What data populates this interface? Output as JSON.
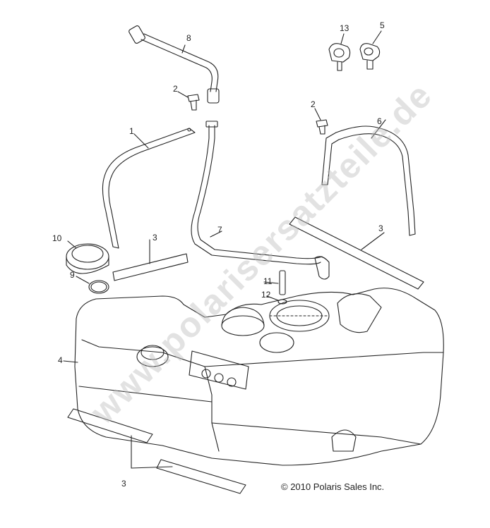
{
  "callouts": [
    {
      "id": "c8",
      "text": "8"
    },
    {
      "id": "c13",
      "text": "13"
    },
    {
      "id": "c5",
      "text": "5"
    },
    {
      "id": "c2a",
      "text": "2"
    },
    {
      "id": "c2b",
      "text": "2"
    },
    {
      "id": "c1",
      "text": "1"
    },
    {
      "id": "c6",
      "text": "6"
    },
    {
      "id": "c7",
      "text": "7"
    },
    {
      "id": "c3a",
      "text": "3"
    },
    {
      "id": "c3b",
      "text": "3"
    },
    {
      "id": "c10",
      "text": "10"
    },
    {
      "id": "c11",
      "text": "11"
    },
    {
      "id": "c12",
      "text": "12"
    },
    {
      "id": "c9",
      "text": "9"
    },
    {
      "id": "c4",
      "text": "4"
    },
    {
      "id": "c3c",
      "text": "3"
    }
  ],
  "copyright": "© 2010 Polaris Sales Inc.",
  "watermark": "www.polarisersatzteile.de",
  "colors": {
    "line": "#222222",
    "watermark": "#bebebe"
  }
}
